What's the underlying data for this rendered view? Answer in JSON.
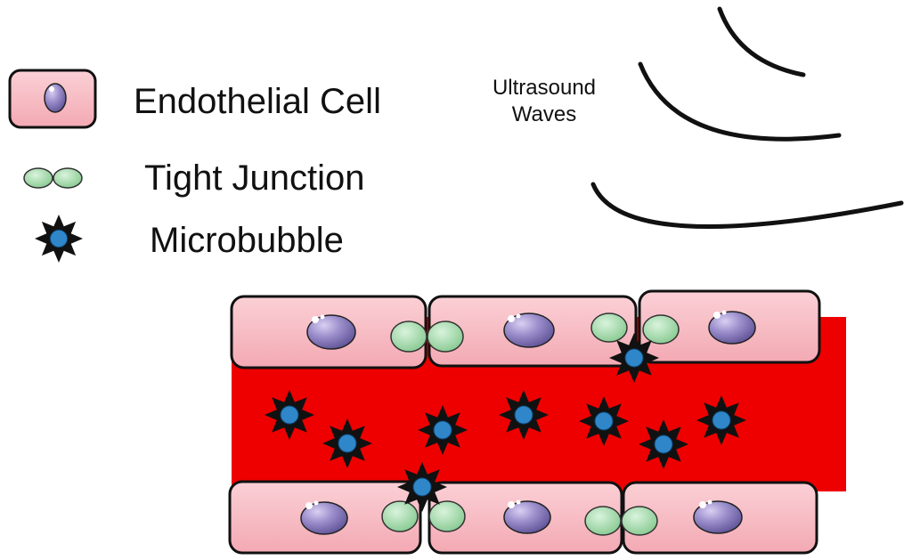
{
  "legend": {
    "endothelial_cell": "Endothelial Cell",
    "tight_junction": "Tight Junction",
    "microbubble": "Microbubble"
  },
  "ultrasound": {
    "line1": "Ultrasound",
    "line2": "Waves"
  },
  "colors": {
    "blood": "#ee0000",
    "cell_fill": "#f7b8c0",
    "cell_stroke": "#111111",
    "nucleus": "#8e7fbf",
    "junction": "#9fd9a7",
    "microbubble_core": "#2f86c8",
    "microbubble_star": "#111111",
    "wave": "#111111"
  }
}
